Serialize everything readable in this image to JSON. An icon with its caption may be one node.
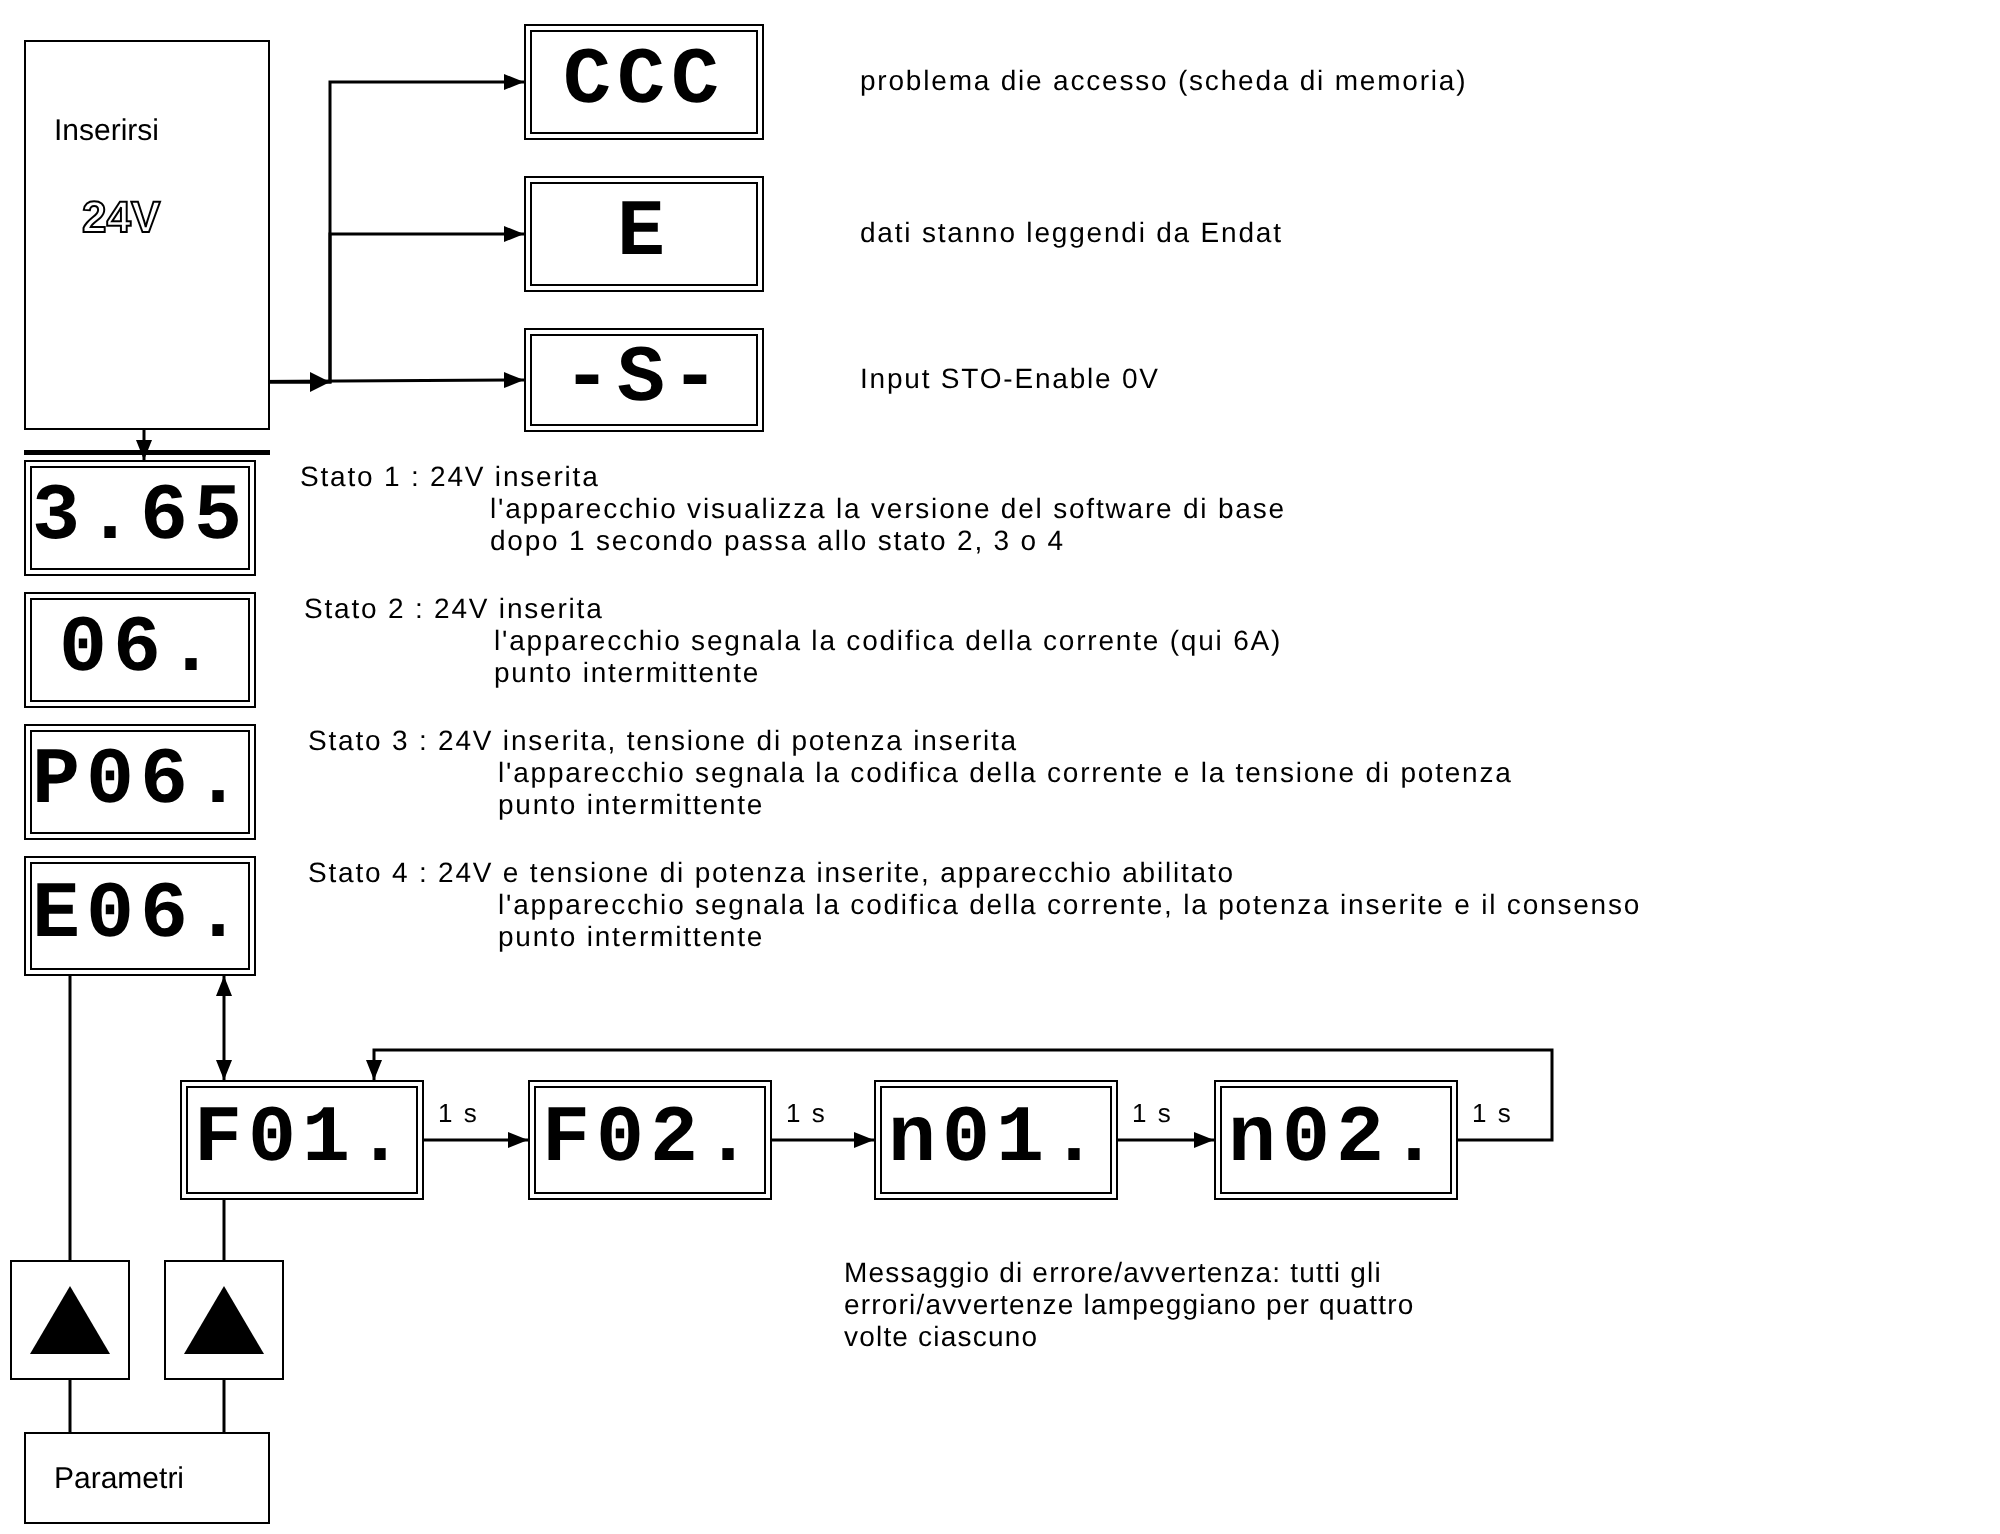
{
  "diagram": {
    "nodes": [
      {
        "text": [
          "Inserirsi",
          "24V"
        ]
      },
      {
        "text": [
          "CCC"
        ],
        "beside": [
          "problema die accesso (scheda di memoria)"
        ]
      },
      {
        "text": [
          "E"
        ],
        "beside": [
          "dati stanno leggendi da Endat"
        ]
      },
      {
        "text": [
          "-S-"
        ],
        "beside": [
          "Input STO-Enable 0V"
        ]
      },
      {
        "text": [
          "3.65"
        ],
        "beside": [
          "Stato 1 : 24V inserita",
          "l'apparecchio visualizza la versione del software di base",
          "dopo 1 secondo passa allo stato 2, 3 o 4"
        ]
      },
      {
        "text": [
          "06."
        ],
        "beside": [
          "Stato 2 : 24V inserita",
          "l'apparecchio segnala la codifica della corrente (qui 6A)",
          "punto intermittente"
        ]
      },
      {
        "text": [
          "P06."
        ],
        "beside": [
          "Stato 3 : 24V inserita, tensione di potenza inserita",
          "l'apparecchio segnala la codifica della corrente e la tensione di potenza",
          "punto intermittente"
        ]
      },
      {
        "text": [
          "E06."
        ],
        "beside": [
          "Stato 4 : 24V e tensione di potenza inserite, apparecchio abilitato",
          "l'apparecchio segnala la codifica della corrente, la potenza inserite e il consenso",
          "punto intermittente"
        ]
      },
      {
        "text": [
          "F01."
        ]
      },
      {
        "text": [
          "F02."
        ]
      },
      {
        "text": [
          "n01."
        ]
      },
      {
        "text": [
          "n02."
        ]
      },
      {
        "text": [],
        "shape": "box"
      },
      {
        "text": [],
        "shape": "box"
      },
      {
        "text": [
          "Parametri"
        ]
      }
    ],
    "edges": [
      {
        "from": 0,
        "to": 1,
        "arrow": "to"
      },
      {
        "from": 0,
        "to": 2,
        "arrow": "to"
      },
      {
        "from": 0,
        "to": 3,
        "arrow": "to"
      },
      {
        "from": 0,
        "to": 4,
        "arrow": "to"
      },
      {
        "from": 7,
        "to": 8,
        "arrow": "both"
      },
      {
        "from": 8,
        "to": 9,
        "arrow": "to",
        "label": "1 s"
      },
      {
        "from": 9,
        "to": 10,
        "arrow": "to",
        "label": "1 s"
      },
      {
        "from": 10,
        "to": 11,
        "arrow": "to",
        "label": "1 s"
      },
      {
        "from": 11,
        "to": 8,
        "arrow": "to",
        "label": "1 s"
      },
      {
        "from": 7,
        "to": 12,
        "arrow": "none"
      },
      {
        "from": 8,
        "to": 13,
        "arrow": "none"
      },
      {
        "from": 12,
        "to": 14,
        "arrow": "none"
      },
      {
        "from": 13,
        "to": 14,
        "arrow": "none"
      }
    ],
    "labels": [
      "Messaggio di errore/avvertenza: tutti gli errori/avvertenze lampeggiano per quattro volte ciascuno"
    ]
  }
}
